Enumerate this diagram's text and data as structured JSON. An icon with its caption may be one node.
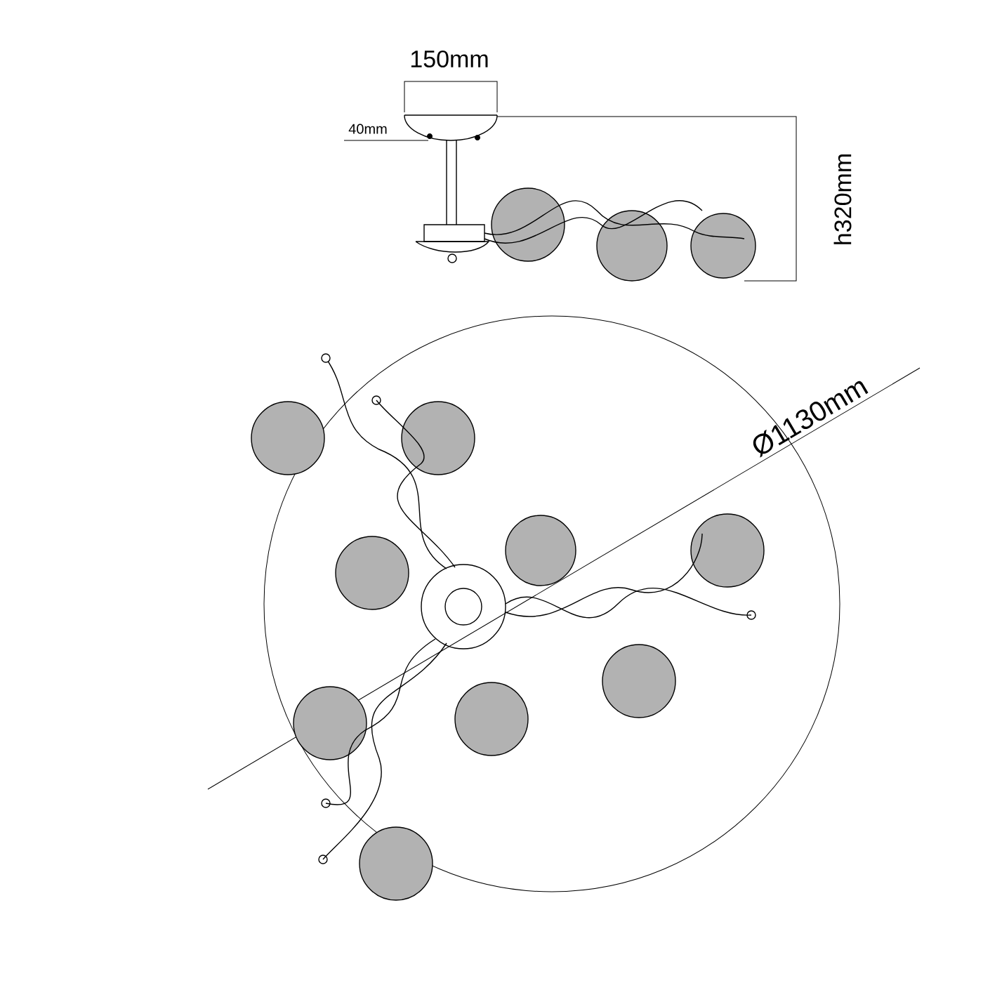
{
  "diagram": {
    "labels": [
      "150mm",
      "40mm",
      "h320mm",
      "Ø1130mm"
    ]
  }
}
